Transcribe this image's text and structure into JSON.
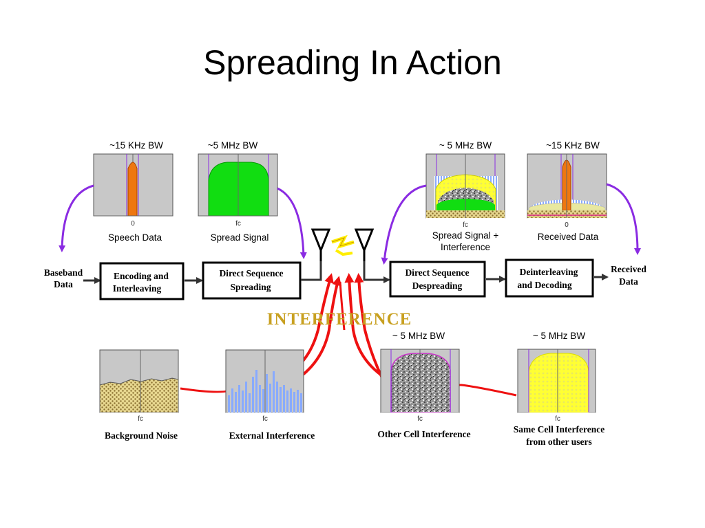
{
  "slide": {
    "title": "Spreading In Action"
  },
  "top_panels": {
    "speech": {
      "bw": "~15 KHz BW",
      "tick": "0",
      "caption": "Speech Data"
    },
    "spread": {
      "bw": "~5 MHz BW",
      "tick": "fc",
      "caption": "Spread Signal"
    },
    "spread_interf": {
      "bw": "~ 5 MHz BW",
      "tick": "fc",
      "caption_line1": "Spread Signal +",
      "caption_line2": "Interference"
    },
    "received": {
      "bw": "~15  KHz BW",
      "tick": "0",
      "caption": "Received Data"
    }
  },
  "flow": {
    "baseband_line1": "Baseband",
    "baseband_line2": "Data",
    "encoding_line1": "Encoding and",
    "encoding_line2": "Interleaving",
    "dss_line1": "Direct Sequence",
    "dss_line2": "Spreading",
    "dsd_line1": "Direct Sequence",
    "dsd_line2": "Despreading",
    "deint_line1": "Deinterleaving",
    "deint_line2": "and Decoding",
    "received_line1": "Received",
    "received_line2": "Data"
  },
  "interference_label": "INTERFERENCE",
  "bottom_panels": {
    "background": {
      "tick": "fc",
      "caption": "Background Noise"
    },
    "external": {
      "tick": "fc",
      "caption": "External Interference"
    },
    "other_cell": {
      "bw": "~ 5 MHz BW",
      "tick": "fc",
      "caption": "Other Cell Interference"
    },
    "same_cell": {
      "bw": "~ 5 MHz BW",
      "tick": "fc",
      "caption_line1": "Same Cell Interference",
      "caption_line2": "from other users"
    }
  },
  "colors": {
    "purple_arrow": "#8a2be2",
    "red_arrow": "#ee1111",
    "interference_text": "#c8a020",
    "green_signal": "#11dd11",
    "orange_signal": "#ee7711",
    "yellow_signal": "#ffff22"
  }
}
